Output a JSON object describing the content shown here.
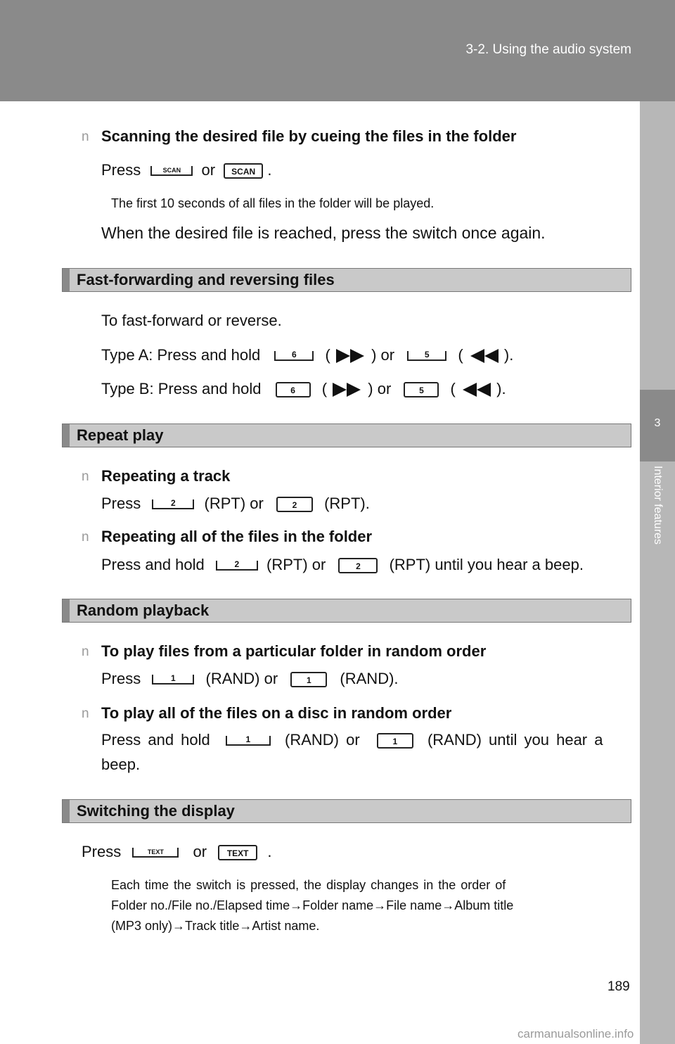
{
  "header": {
    "title": "3-2. Using the audio system"
  },
  "side_tab": {
    "chapter": "3",
    "label": "Interior features"
  },
  "scan": {
    "heading": "Scanning the desired file by cueing the files in the folder",
    "press": "Press",
    "or": "or",
    "end": ".",
    "key_a": "SCAN",
    "key_b": "SCAN",
    "note": "The first 10 seconds of all files in the folder will be played.",
    "followup": "When the desired file is reached, press the switch once again."
  },
  "ff": {
    "title": "Fast-forwarding and reversing files",
    "intro": "To fast-forward or reverse.",
    "type_a": "Type A: Press and hold",
    "type_b": "Type B: Press and hold",
    "key_ff": "6",
    "key_rw": "5",
    "paren_open": "(",
    "paren_close_or": ") or",
    "paren_close_end": ")."
  },
  "repeat": {
    "title": "Repeat play",
    "track_heading": "Repeating a track",
    "track_press": "Press",
    "track_rpt_or": "(RPT) or",
    "track_rpt_end": "(RPT).",
    "folder_heading": "Repeating all of the files in the folder",
    "folder_press": "Press and hold",
    "folder_rpt_or": "(RPT) or",
    "folder_rpt_end": "(RPT) until you hear a beep.",
    "key": "2"
  },
  "random": {
    "title": "Random playback",
    "folder_heading": "To play files from a particular folder in random order",
    "folder_press": "Press",
    "folder_or": "(RAND) or",
    "folder_end": "(RAND).",
    "disc_heading": "To play all of the files on a disc in random order",
    "disc_press": "Press and hold",
    "disc_or": "(RAND) or",
    "disc_end": "(RAND) until you hear a",
    "disc_end2": "beep.",
    "key": "1"
  },
  "display": {
    "title": "Switching the display",
    "press": "Press",
    "or": "or",
    "end": ".",
    "key_a": "TEXT",
    "key_b": "TEXT",
    "note_line1": "Each time the switch is pressed, the display changes in the order of",
    "note_line2": "Folder no./File no./Elapsed time→Folder name→File name→Album title",
    "note_line3": "(MP3 only)→Track title→Artist name."
  },
  "bullet": "n",
  "page_number": "189",
  "watermark": "carmanualsonline.info"
}
